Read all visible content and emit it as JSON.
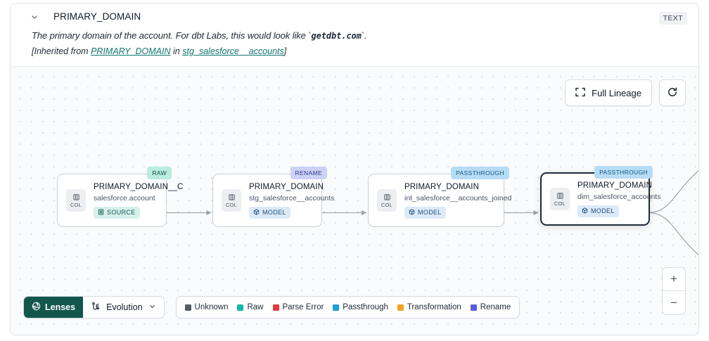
{
  "header": {
    "chevron_icon": "chevron-down-icon",
    "title": "PRIMARY_DOMAIN",
    "type_badge": "TEXT",
    "description_prefix": "The primary domain of the account. For dbt Labs, this would look like `",
    "description_code": "getdbt.com",
    "description_suffix": "`.",
    "inherited_open": "[Inherited from ",
    "inherited_link1": "PRIMARY_DOMAIN",
    "inherited_mid": " in ",
    "inherited_link2": "stg_salesforce__accounts",
    "inherited_close": "]"
  },
  "controls": {
    "full_lineage_label": "Full Lineage",
    "full_lineage_icon": "expand-corners-icon",
    "refresh_icon": "refresh-icon",
    "zoom_in_label": "+",
    "zoom_out_label": "−"
  },
  "graph": {
    "nodes": [
      {
        "tag": "RAW",
        "tag_kind": "raw",
        "chip_label": "COL",
        "title": "PRIMARY_DOMAIN__C",
        "subtitle": "salesforce.account",
        "kind_label": "SOURCE",
        "kind_class": "source",
        "kind_icon": "table-icon",
        "selected": false
      },
      {
        "tag": "RENAME",
        "tag_kind": "rename",
        "chip_label": "COL",
        "title": "PRIMARY_DOMAIN",
        "subtitle": "stg_salesforce__accounts",
        "kind_label": "MODEL",
        "kind_class": "model",
        "kind_icon": "cube-icon",
        "selected": false
      },
      {
        "tag": "PASSTHROUGH",
        "tag_kind": "passthrough",
        "chip_label": "COL",
        "title": "PRIMARY_DOMAIN",
        "subtitle": "int_salesforce__accounts_joined",
        "kind_label": "MODEL",
        "kind_class": "model",
        "kind_icon": "cube-icon",
        "selected": false
      },
      {
        "tag": "PASSTHROUGH",
        "tag_kind": "passthrough",
        "chip_label": "COL",
        "title": "PRIMARY_DOMAIN",
        "subtitle": "dim_salesforce_accounts",
        "kind_label": "MODEL",
        "kind_class": "model",
        "kind_icon": "cube-icon",
        "selected": true
      }
    ]
  },
  "bottom": {
    "lenses_label": "Lenses",
    "lenses_icon": "aperture-icon",
    "evolution_label": "Evolution",
    "evolution_icon": "evolution-icon",
    "evolution_caret_icon": "chevron-down-icon",
    "legend": [
      {
        "label": "Unknown",
        "color": "#545b64"
      },
      {
        "label": "Raw",
        "color": "#14b8a6"
      },
      {
        "label": "Parse Error",
        "color": "#e0393e"
      },
      {
        "label": "Passthrough",
        "color": "#1b9fdb"
      },
      {
        "label": "Transformation",
        "color": "#f4a320"
      },
      {
        "label": "Rename",
        "color": "#5b5be0"
      }
    ]
  }
}
